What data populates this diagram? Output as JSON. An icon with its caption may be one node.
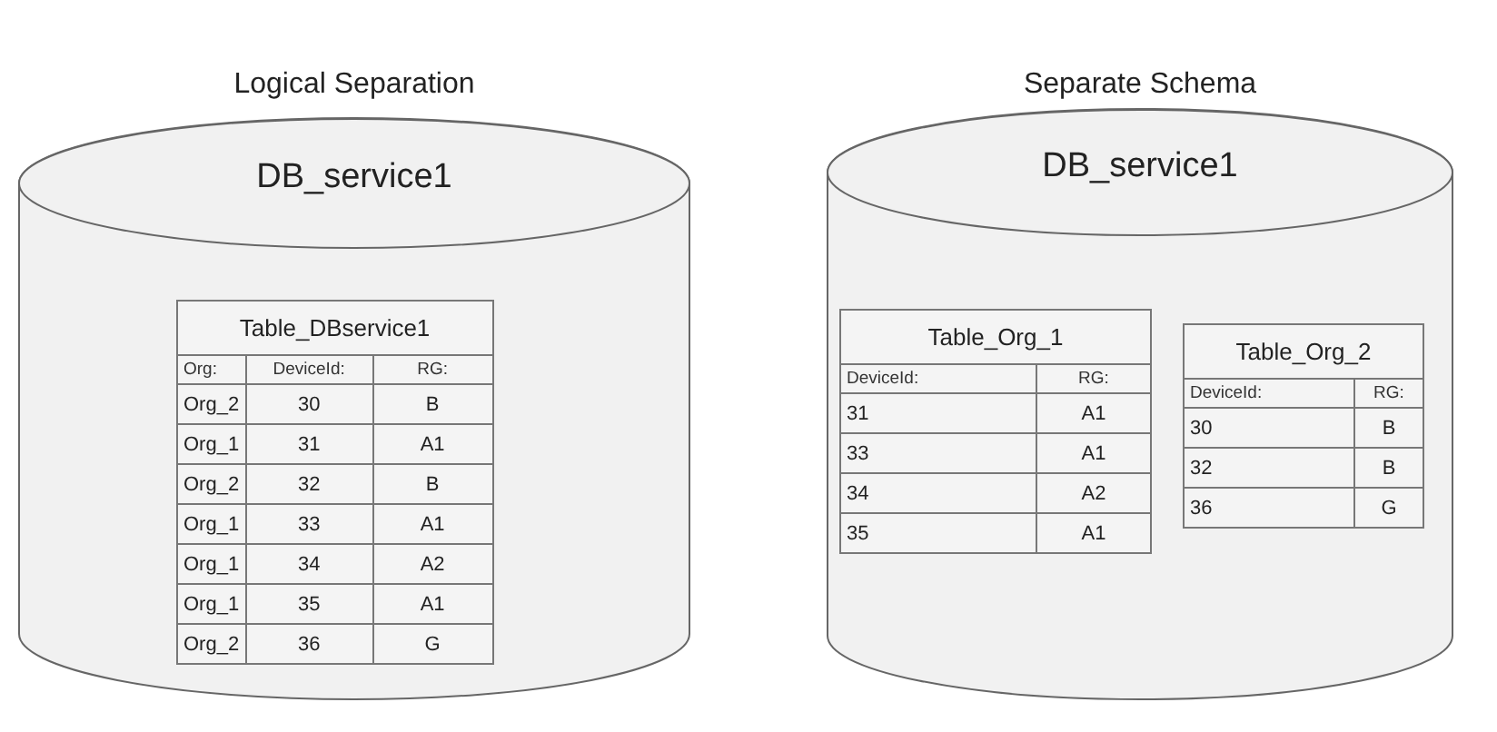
{
  "diagram": {
    "nodes": [
      {
        "text": [
          "Logical Separation",
          "DB_service1"
        ]
      },
      {
        "text": [
          "Table_DBservice1",
          "Org:",
          "DeviceId:",
          "RG:",
          "Org_2",
          "30",
          "B",
          "Org_1",
          "31",
          "A1",
          "Org_2",
          "32",
          "B",
          "Org_1",
          "33",
          "A1",
          "Org_1",
          "34",
          "A2",
          "Org_1",
          "35",
          "A1",
          "Org_2",
          "36",
          "G"
        ],
        "in": 0
      },
      {
        "text": [
          "Separate Schema",
          "DB_service1"
        ]
      },
      {
        "text": [
          "Table_Org_1",
          "DeviceId:",
          "RG:",
          "31",
          "A1",
          "33",
          "A1",
          "34",
          "A2",
          "35",
          "A1"
        ],
        "in": 2
      },
      {
        "text": [
          "Table_Org_2",
          "DeviceId:",
          "RG:",
          "30",
          "B",
          "32",
          "B",
          "36",
          "G"
        ],
        "in": 2
      }
    ]
  }
}
